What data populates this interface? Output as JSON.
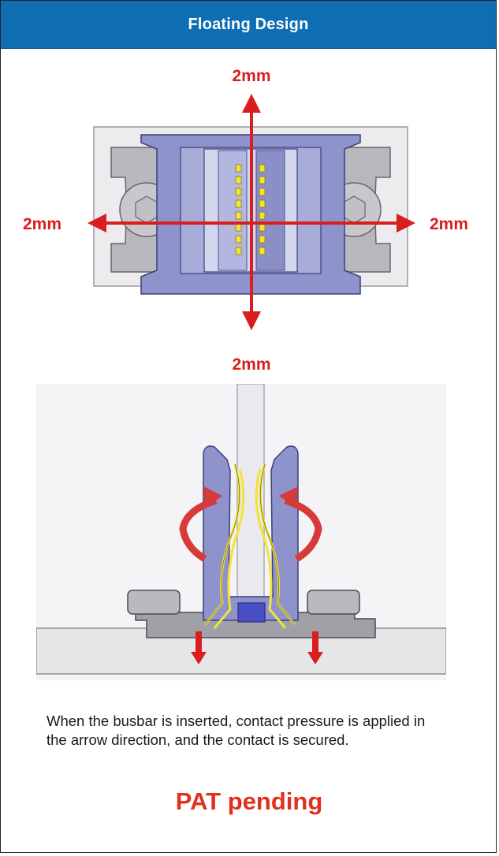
{
  "header": {
    "title": "Floating Design"
  },
  "figure_top": {
    "label_top": "2mm",
    "label_bottom": "2mm",
    "label_left": "2mm",
    "label_right": "2mm"
  },
  "description": "When the busbar is inserted, contact pressure is applied in the arrow direction, and the contact is secured.",
  "patent": "PAT pending",
  "colors": {
    "header_bg": "#0e6db3",
    "arrow_red": "#d81e1e",
    "pat_red": "#e0301e",
    "housing_blue": "#8e93cc",
    "spring_yellow": "#f2e23a"
  }
}
